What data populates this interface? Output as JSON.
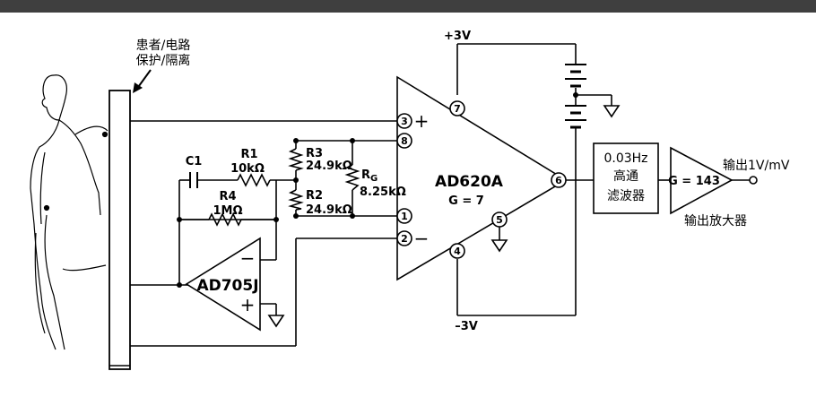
{
  "diagram": {
    "top_bar_color": "#3f3f3f",
    "patient_protection_label": [
      "患者/电路",
      "保护/隔离"
    ],
    "instrumentation_amp": {
      "name": "AD620A",
      "gain": "G = 7"
    },
    "op_amp": {
      "name": "AD705J",
      "minus": "−",
      "plus": "+"
    },
    "highpass_filter": {
      "freq": "0.03Hz",
      "line1": "高通",
      "line2": "滤波器"
    },
    "output_amp": {
      "gain": "G = 143",
      "caption": "输出放大器"
    },
    "output_label": "输出1V/mV",
    "supply_pos": "+3V",
    "supply_neg": "–3V",
    "inamp_signs": {
      "plus": "+",
      "minus": "−"
    },
    "pins": [
      "3",
      "8",
      "1",
      "2",
      "7",
      "5",
      "4",
      "6"
    ],
    "components": {
      "C1": "C1",
      "R1": "R1",
      "R1_value": "10kΩ",
      "R4": "R4",
      "R4_value": "1MΩ",
      "R3": "R3",
      "R3_value": "24.9kΩ",
      "R2": "R2",
      "R2_value": "24.9kΩ",
      "RG_main": "R",
      "RG_sub": "G",
      "RG_value": "8.25kΩ"
    }
  }
}
